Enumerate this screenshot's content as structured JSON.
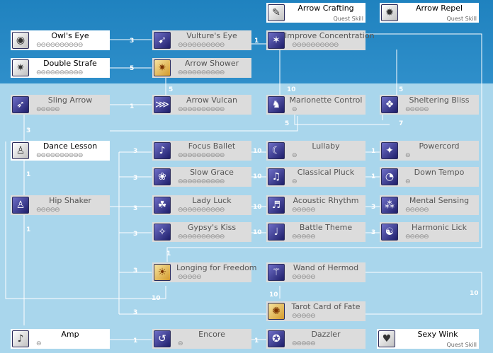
{
  "skills": {
    "arrow_crafting": {
      "name": "Arrow Crafting",
      "tag": "Quest Skill",
      "icon": "arrow-crafting-icon"
    },
    "arrow_repel": {
      "name": "Arrow Repel",
      "tag": "Quest Skill",
      "icon": "arrow-repel-icon"
    },
    "owls_eye": {
      "name": "Owl's Eye",
      "pips": "⊖⊖⊖⊖⊖⊖⊖⊖⊖⊖",
      "icon": "owl-eye-icon"
    },
    "vultures_eye": {
      "name": "Vulture's Eye",
      "pips": "⊖⊖⊖⊖⊖⊖⊖⊖⊖⊖",
      "icon": "vulture-eye-icon"
    },
    "improve_concentration": {
      "name": "Improve Concentration",
      "pips": "⊖⊖⊖⊖⊖⊖⊖⊖⊖⊖",
      "icon": "improve-concentration-icon"
    },
    "double_strafe": {
      "name": "Double Strafe",
      "pips": "⊖⊖⊖⊖⊖⊖⊖⊖⊖⊖",
      "icon": "double-strafe-icon"
    },
    "arrow_shower": {
      "name": "Arrow Shower",
      "pips": "⊖⊖⊖⊖⊖⊖⊖⊖⊖⊖",
      "icon": "arrow-shower-icon"
    },
    "sling_arrow": {
      "name": "Sling Arrow",
      "pips": "⊖⊖⊖⊖⊖",
      "icon": "sling-arrow-icon"
    },
    "arrow_vulcan": {
      "name": "Arrow Vulcan",
      "pips": "⊖⊖⊖⊖⊖⊖⊖⊖⊖⊖",
      "icon": "arrow-vulcan-icon"
    },
    "marionette_control": {
      "name": "Marionette Control",
      "pips": "⊖",
      "icon": "marionette-control-icon"
    },
    "sheltering_bliss": {
      "name": "Sheltering Bliss",
      "pips": "⊖⊖⊖⊖⊖",
      "icon": "sheltering-bliss-icon"
    },
    "dance_lesson": {
      "name": "Dance Lesson",
      "pips": "⊖⊖⊖⊖⊖⊖⊖⊖⊖⊖",
      "icon": "dance-lesson-icon"
    },
    "focus_ballet": {
      "name": "Focus Ballet",
      "pips": "⊖⊖⊖⊖⊖⊖⊖⊖⊖⊖",
      "icon": "focus-ballet-icon"
    },
    "lullaby": {
      "name": "Lullaby",
      "pips": "⊖",
      "icon": "lullaby-icon"
    },
    "powercord": {
      "name": "Powercord",
      "pips": "⊖",
      "icon": "powercord-icon"
    },
    "slow_grace": {
      "name": "Slow Grace",
      "pips": "⊖⊖⊖⊖⊖⊖⊖⊖⊖⊖",
      "icon": "slow-grace-icon"
    },
    "classical_pluck": {
      "name": "Classical Pluck",
      "pips": "⊖",
      "icon": "classical-pluck-icon"
    },
    "down_tempo": {
      "name": "Down Tempo",
      "pips": "⊖",
      "icon": "down-tempo-icon"
    },
    "hip_shaker": {
      "name": "Hip Shaker",
      "pips": "⊖⊖⊖⊖⊖",
      "icon": "hip-shaker-icon"
    },
    "lady_luck": {
      "name": "Lady Luck",
      "pips": "⊖⊖⊖⊖⊖⊖⊖⊖⊖⊖",
      "icon": "lady-luck-icon"
    },
    "acoustic_rhythm": {
      "name": "Acoustic Rhythm",
      "pips": "⊖⊖⊖⊖⊖",
      "icon": "acoustic-rhythm-icon"
    },
    "mental_sensing": {
      "name": "Mental Sensing",
      "pips": "⊖⊖⊖⊖⊖",
      "icon": "mental-sensing-icon"
    },
    "gypsys_kiss": {
      "name": "Gypsy's Kiss",
      "pips": "⊖⊖⊖⊖⊖⊖⊖⊖⊖⊖",
      "icon": "gypsys-kiss-icon"
    },
    "battle_theme": {
      "name": "Battle Theme",
      "pips": "⊖⊖⊖⊖⊖",
      "icon": "battle-theme-icon"
    },
    "harmonic_lick": {
      "name": "Harmonic Lick",
      "pips": "⊖⊖⊖⊖⊖",
      "icon": "harmonic-lick-icon"
    },
    "longing_for_freedom": {
      "name": "Longing for Freedom",
      "pips": "⊖⊖⊖⊖⊖",
      "icon": "longing-for-freedom-icon"
    },
    "wand_of_hermod": {
      "name": "Wand of Hermod",
      "pips": "⊖⊖⊖⊖⊖",
      "icon": "wand-of-hermod-icon"
    },
    "tarot_card_of_fate": {
      "name": "Tarot Card of Fate",
      "pips": "⊖⊖⊖⊖⊖",
      "icon": "tarot-card-icon"
    },
    "amp": {
      "name": "Amp",
      "pips": "⊖",
      "icon": "amp-icon"
    },
    "encore": {
      "name": "Encore",
      "pips": "⊖",
      "icon": "encore-icon"
    },
    "dazzler": {
      "name": "Dazzler",
      "pips": "⊖⊖⊖⊖⊖",
      "icon": "dazzler-icon"
    },
    "sexy_wink": {
      "name": "Sexy Wink",
      "tag": "Quest Skill",
      "icon": "sexy-wink-icon"
    }
  },
  "requirements": {
    "owl_to_vulture": "3",
    "vulture_to_ic": "1",
    "ds_to_shower": "5",
    "shower_to_vulcan": "5",
    "sling_to_vulcan": "1",
    "ic_to_marionette": "10",
    "ic_to_sheltering": "5",
    "marionette_to_sheltering": "5",
    "sheltering_to_lower": "7",
    "dance_to_hip": "3",
    "dance_hip_down": "1",
    "hip_to_amp": "1",
    "to_focus": "3",
    "to_slow": "3",
    "to_lady": "3",
    "to_gypsy": "3",
    "to_longing": "3",
    "to_tarot": "3",
    "focus_to_lullaby": "10",
    "slow_to_classical": "10",
    "lady_to_acoustic": "10",
    "gypsy_to_battle": "10",
    "lullaby_to_powercord": "1",
    "classical_to_down": "1",
    "acoustic_to_mental": "3",
    "battle_to_harmonic": "3",
    "to_longing_top": "1",
    "to_longing_bottom": "10",
    "to_wand": "10",
    "right_to_tarot": "10",
    "amp_to_encore": "1",
    "encore_to_dazzler": "1"
  },
  "colors": {
    "top_band": "#1f82bf",
    "bottom_area": "#a9d6ec",
    "line": "#ffffff"
  }
}
